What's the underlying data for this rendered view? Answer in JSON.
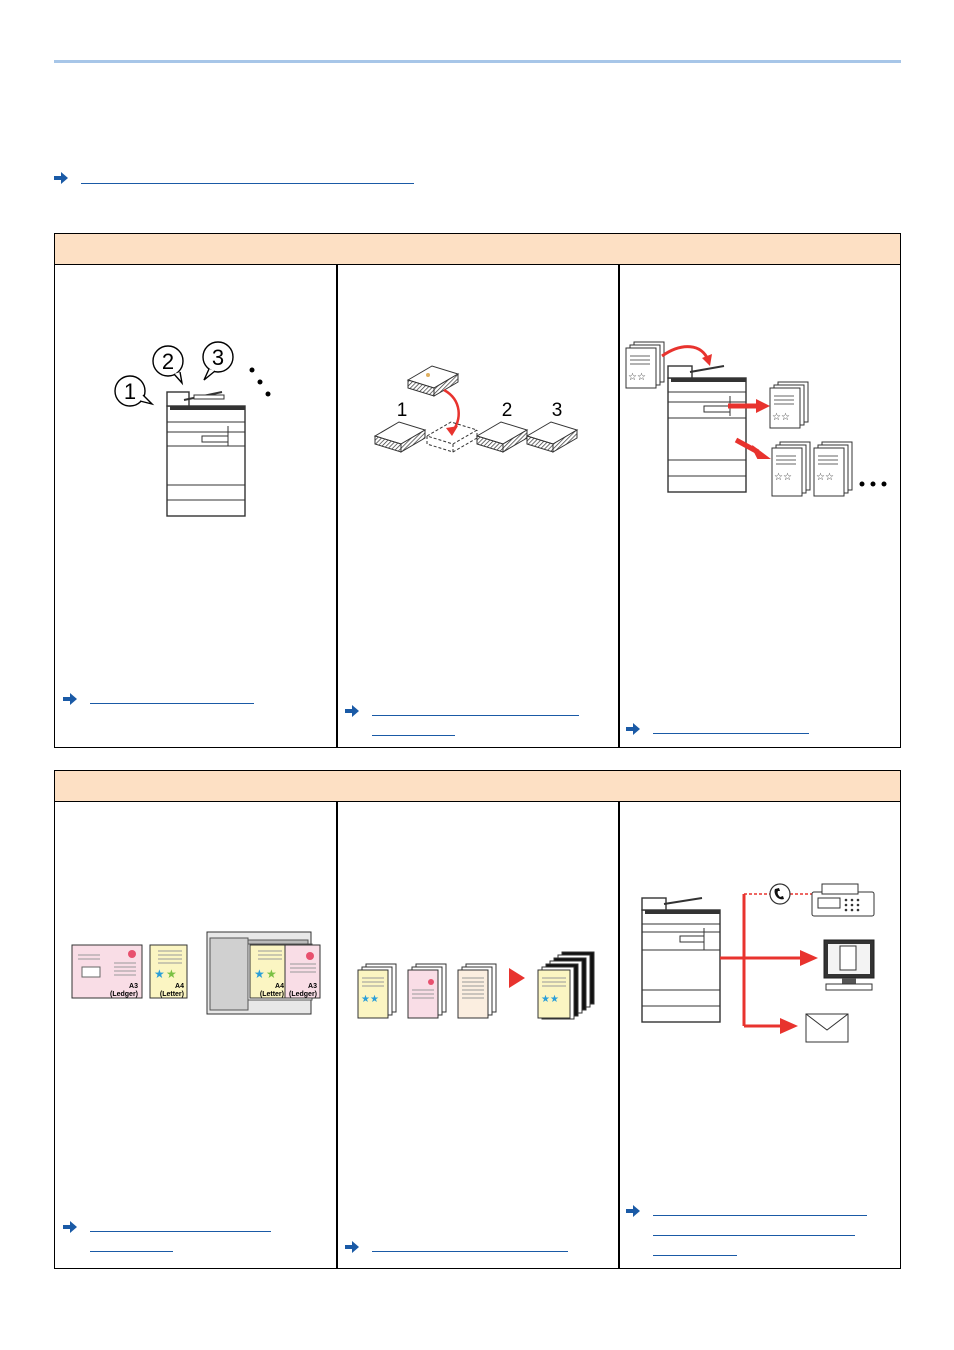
{
  "colors": {
    "rule": "#a7c6e8",
    "header_fill": "#fde0c4",
    "link": "#1a5aa6",
    "accent_red": "#e8332e",
    "sheet_yellow": "#fbf5c2",
    "sheet_pink": "#f9dde6",
    "sheet_cream": "#fbeee0"
  },
  "icons": [
    "arrow-right-icon",
    "speech-bubble-icon",
    "mfp-printer-icon",
    "document-stack-icon",
    "star-icon",
    "fax-machine-icon",
    "computer-monitor-icon",
    "envelope-icon",
    "telephone-icon"
  ],
  "panel1": {
    "illustration1": {
      "bubble_numbers": [
        "1",
        "2",
        "3"
      ]
    },
    "illustration2": {
      "numbers": [
        "1",
        "2",
        "3"
      ]
    }
  },
  "panel2": {
    "illustration1": {
      "sheet_a3": {
        "size": "A3",
        "alt": "(Ledger)"
      },
      "sheet_a4": {
        "size": "A4",
        "alt": "(Letter)"
      }
    }
  }
}
